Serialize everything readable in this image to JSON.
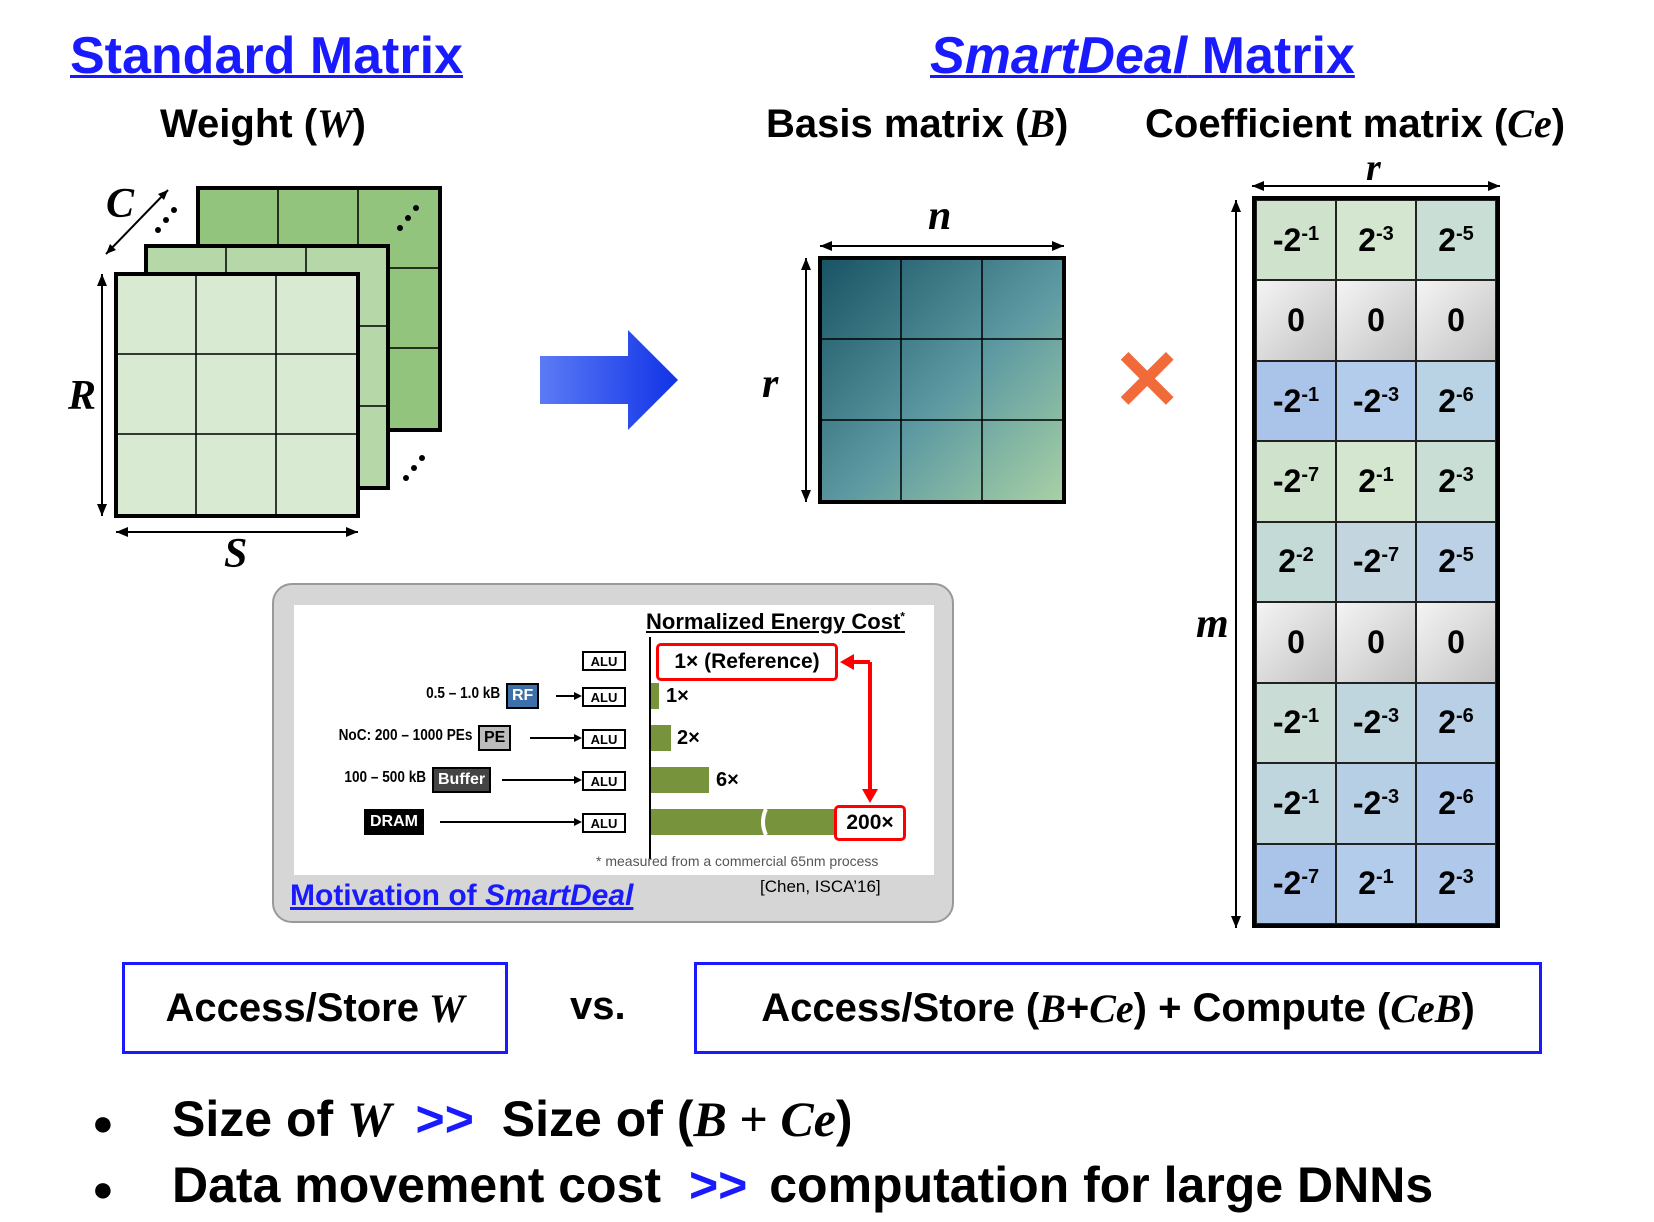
{
  "left": {
    "title": "Standard Matrix",
    "subtitle_prefix": "Weight (",
    "subtitle_var": "W",
    "subtitle_suffix": ")",
    "label_c": "C",
    "label_r": "R",
    "label_s": "S"
  },
  "right": {
    "title_italic": "SmartDeal",
    "title_rest": " Matrix",
    "basis_prefix": "Basis matrix (",
    "basis_var": "B",
    "basis_suffix": ")",
    "coef_prefix": "Coefficient matrix (",
    "coef_var": "Ce",
    "coef_suffix": ")",
    "label_n": "n",
    "label_r_basis": "r",
    "label_r_coef": "r",
    "label_m": "m",
    "times_symbol": "✕"
  },
  "coefficients": [
    [
      [
        "-2",
        "-1"
      ],
      [
        "2",
        "-3"
      ],
      [
        "2",
        "-5"
      ]
    ],
    [
      [
        "0",
        ""
      ],
      [
        "0",
        ""
      ],
      [
        "0",
        ""
      ]
    ],
    [
      [
        "-2",
        "-1"
      ],
      [
        "-2",
        "-3"
      ],
      [
        "2",
        "-6"
      ]
    ],
    [
      [
        "-2",
        "-7"
      ],
      [
        "2",
        "-1"
      ],
      [
        "2",
        "-3"
      ]
    ],
    [
      [
        "2",
        "-2"
      ],
      [
        "-2",
        "-7"
      ],
      [
        "2",
        "-5"
      ]
    ],
    [
      [
        "0",
        ""
      ],
      [
        "0",
        ""
      ],
      [
        "0",
        ""
      ]
    ],
    [
      [
        "-2",
        "-1"
      ],
      [
        "-2",
        "-3"
      ],
      [
        "2",
        "-6"
      ]
    ],
    [
      [
        "-2",
        "-1"
      ],
      [
        "-2",
        "-3"
      ],
      [
        "2",
        "-6"
      ]
    ],
    [
      [
        "-2",
        "-7"
      ],
      [
        "2",
        "-1"
      ],
      [
        "2",
        "-3"
      ]
    ]
  ],
  "inset": {
    "heading": "Normalized Energy Cost",
    "heading_mark": "*",
    "alu": "ALU",
    "rows": [
      {
        "label": "",
        "tag": "",
        "mult": "1× (Reference)"
      },
      {
        "label": "0.5 – 1.0 kB",
        "tag": "RF",
        "mult": "1×"
      },
      {
        "label": "NoC: 200 – 1000 PEs",
        "tag": "PE",
        "mult": "2×"
      },
      {
        "label": "100 – 500 kB",
        "tag": "Buffer",
        "mult": "6×"
      },
      {
        "label": "",
        "tag": "DRAM",
        "mult": "200×"
      }
    ],
    "footnote": "* measured  from a commercial 65nm process",
    "citation": "[Chen, ISCA’16]",
    "caption_prefix": "Motivation of ",
    "caption_italic": "SmartDeal"
  },
  "compare": {
    "left_prefix": "Access/Store ",
    "left_var": "W",
    "vs": "vs.",
    "right_p1": "Access/Store (",
    "right_v1": "B",
    "right_p2": "+",
    "right_v2": "Ce",
    "right_p3": ") + Compute (",
    "right_v3": "CeB",
    "right_p4": ")"
  },
  "bullets": {
    "b1_p1": "Size of ",
    "b1_v1": "W",
    "b1_op": ">>",
    "b1_p2": " Size of (",
    "b1_v2": "B",
    "b1_p3": " + ",
    "b1_v3": "Ce",
    "b1_p4": ")",
    "b2_p1": "Data movement cost ",
    "b2_op": ">>",
    "b2_p2": " computation for large DNNs",
    "dot": "●"
  },
  "colors": {
    "title_blue": "#1a1aff",
    "arrow_blue": "#2244ee",
    "times_orange": "#f06a3a",
    "bar_green": "#77933c",
    "red": "#ff0000"
  }
}
